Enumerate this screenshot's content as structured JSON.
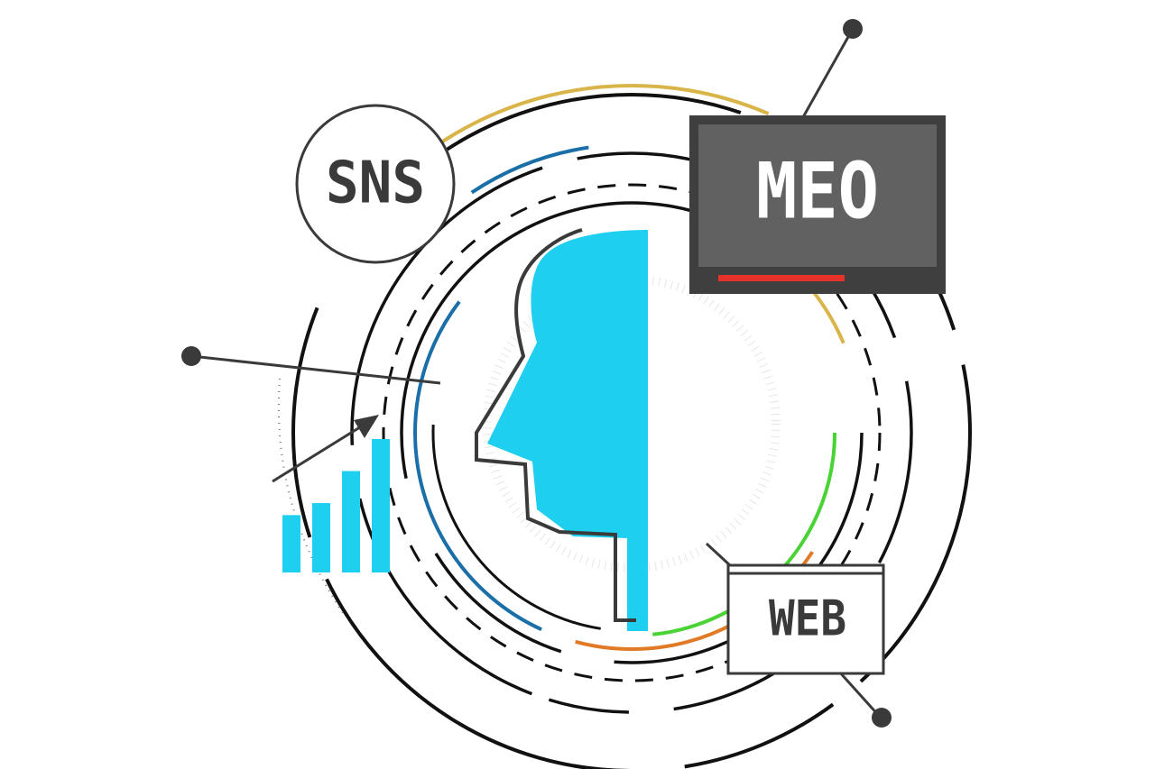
{
  "labels": {
    "sns": "SNS",
    "meo": "MEO",
    "web": "WEB"
  },
  "bars": {
    "values": [
      0.43,
      0.52,
      0.76,
      1.0
    ]
  },
  "colors": {
    "head": "#1fcff0",
    "bars": "#1fcff0",
    "outline": "#3a3a3a",
    "meo_screen": "#616161",
    "meo_frame": "#3f3f3f",
    "meo_accent": "#e5322b",
    "ring_blue": "#1a6fa8",
    "ring_gold": "#d9b449",
    "ring_green": "#49d334",
    "ring_orange": "#e07a26"
  }
}
